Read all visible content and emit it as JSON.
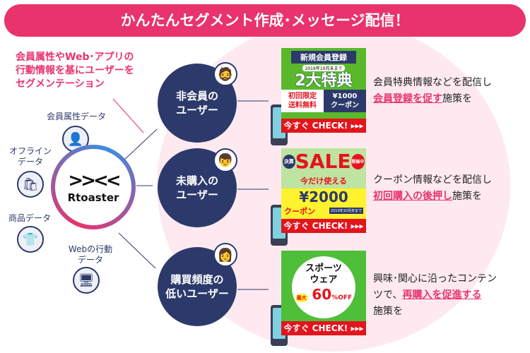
{
  "title": "かんたんセグメント作成･メッセージ配信！",
  "lead": [
    "会員属性やWeb･アプリの",
    "行動情報を基にユーザーを",
    "セグメンテーション"
  ],
  "hub": {
    "name": "Rtoaster"
  },
  "sources": [
    {
      "label": "会員属性データ",
      "icon": "person-icon"
    },
    {
      "label": "オフライン\nデータ",
      "icon": "shopping-bag-icon"
    },
    {
      "label": "商品データ",
      "icon": "tshirt-icon"
    },
    {
      "label": "Webの行動\nデータ",
      "icon": "devices-icon"
    }
  ],
  "segments": [
    {
      "label": [
        "非会員の",
        "ユーザー"
      ],
      "banner": {
        "heading": "新規会員登録",
        "date": "2019年10月末まで",
        "main": "2大特典",
        "left": "初回限定\n送料無料",
        "right": "¥1000\nクーポン",
        "cta": "今すぐ CHECK! ▸▸▸"
      },
      "desc": {
        "line1": "会員特典情報などを配信し",
        "highlight": "会員登録を促す",
        "suffix": "施策を"
      }
    },
    {
      "label": [
        "未購入の",
        "ユーザー"
      ],
      "banner": {
        "badge_left": "決算",
        "main": "SALE",
        "badge_right": "開催中",
        "sub": "今だけ使える",
        "amount": "¥2000",
        "coupon": "クーポン",
        "date": "2019年10月末まで",
        "cta": "今すぐ CHECK! ▸▸▸"
      },
      "desc": {
        "line1": "クーポン情報などを配信し",
        "highlight": "初回購入の後押し",
        "suffix": "施策を"
      }
    },
    {
      "label": [
        "購買頻度の",
        "低いユーザー"
      ],
      "banner": {
        "main": "スポーツ\nウェア",
        "badge": "最大",
        "discount": "60",
        "unit": "%OFF",
        "cta": "今すぐ CHECK! ▸▸▸"
      },
      "desc": {
        "line1": "興味･関心に沿ったコンテン",
        "line2_prefix": "ツで、",
        "highlight": "再購入を促進する",
        "line3": "施策を"
      }
    }
  ],
  "colors": {
    "accent": "#e8336c",
    "navy": "#2c3a6b",
    "bg": "#fde9ef"
  }
}
